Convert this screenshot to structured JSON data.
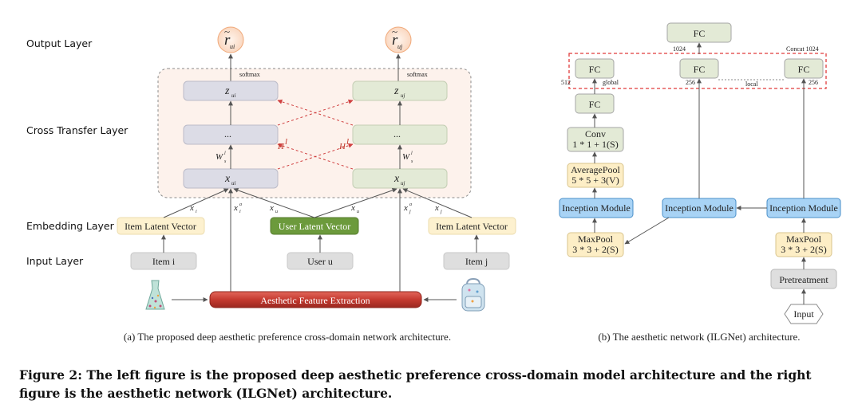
{
  "left": {
    "layers": {
      "output": "Output Layer",
      "cross": "Cross Transfer Layer",
      "embedding": "Embedding Layer",
      "input": "Input Layer"
    },
    "outputs": {
      "r_ui": "r",
      "r_uj": "r",
      "r_ui_sub": "ui",
      "r_uj_sub": "uj",
      "tilde": "~"
    },
    "softmax_left": "softmax",
    "softmax_right": "softmax",
    "z_ui": "z",
    "z_ui_sub": "ui",
    "z_uj": "z",
    "z_uj_sub": "uj",
    "dots_left": "...",
    "dots_right": "...",
    "x_ui": "x",
    "x_ui_sub": "ui",
    "x_uj": "x",
    "x_uj_sub": "uj",
    "w_left": "W",
    "w_right": "W",
    "w_sup": "l",
    "w_sub": "s",
    "h_left": "H",
    "h_right": "H",
    "h_sup": "l",
    "edge_labels": {
      "xi": "x",
      "xi_sub": "i",
      "xia": "x",
      "xia_sub": "i",
      "xia_sup": "a",
      "xu1": "x",
      "xu1_sub": "u",
      "xu2": "x",
      "xu2_sub": "u",
      "xja": "x",
      "xja_sub": "j",
      "xja_sup": "a",
      "xj": "x",
      "xj_sub": "j"
    },
    "item_latent_left": "Item Latent Vector",
    "user_latent": "User Latent Vector",
    "item_latent_right": "Item Latent Vector",
    "item_i": "Item  i",
    "user_u": "User  u",
    "item_j": "Item  j",
    "aesthetic": "Aesthetic Feature Extraction",
    "caption": "(a) The proposed deep aesthetic preference cross-domain network architecture."
  },
  "right": {
    "fc_top": "FC",
    "n1024": "1024",
    "concat": "Concat 1024",
    "fc1": "FC",
    "fc2": "FC",
    "fc3": "FC",
    "n512": "512",
    "global": "global",
    "n256a": "256",
    "local": "local",
    "n256b": "256",
    "fc_mid": "FC",
    "conv_l1": "Conv",
    "conv_l2": "1 * 1 + 1(S)",
    "avg_l1": "AveragePool",
    "avg_l2": "5 * 5 + 3(V)",
    "incep1": "Inception Module",
    "incep2": "Inception Module",
    "incep3": "Inception Module",
    "maxp1_l1": "MaxPool",
    "maxp1_l2": "3 * 3 + 2(S)",
    "maxp2_l1": "MaxPool",
    "maxp2_l2": "3 * 3 + 2(S)",
    "pretreat": "Pretreatment",
    "input": "Input",
    "caption": "(b) The aesthetic network (ILGNet) architecture."
  },
  "figure_caption": "Figure 2: The left figure is the proposed deep aesthetic preference cross-domain model architecture and the right figure is the aesthetic network (ILGNet) architecture.",
  "colors": {
    "output_circle": "#fbe1cf",
    "output_stroke": "#f0a878",
    "left_box": "#dcdce6",
    "right_box": "#e3ead6",
    "latent_item": "#fdf1cf",
    "latent_user": "#6c9a3c",
    "input_box": "#dedede",
    "aesthetic_bar": "#c43a30",
    "incep": "#a8d3f5",
    "incep_stroke": "#4a8fc9",
    "pool": "#fdeec6",
    "fc": "#e3ead6",
    "red_dash": "#e03b3b"
  },
  "icons": [
    "dress-icon",
    "backpack-icon"
  ]
}
